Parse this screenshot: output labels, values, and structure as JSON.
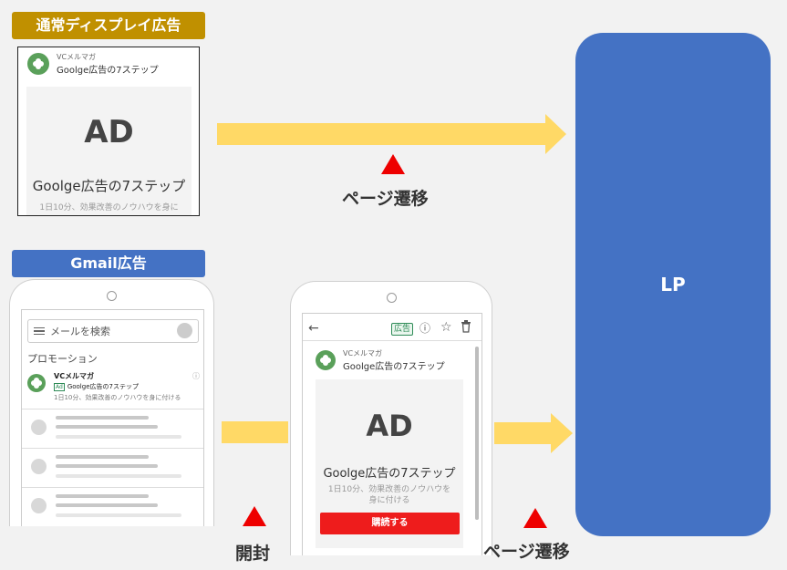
{
  "display_ad": {
    "tag": "通常ディスプレイ広告",
    "sender": "VCメルマガ",
    "subject": "Goolge広告の7ステップ",
    "ad_text": "AD",
    "ad_title": "Goolge広告の7ステップ",
    "ad_desc": "1日10分、効果改善のノウハウを身に"
  },
  "gmail_ad": {
    "tag": "Gmail広告",
    "search_placeholder": "メールを検索",
    "category": "プロモーション",
    "sender": "VCメルマガ",
    "ad_badge": "Ad",
    "subject": "Goolge広告の7ステップ",
    "snippet": "1日10分、効果改善のノウハウを身に付ける"
  },
  "opened_mail": {
    "ad_badge": "広告",
    "sender": "VCメルマガ",
    "subject": "Goolge広告の7ステップ",
    "ad_text": "AD",
    "ad_title": "Goolge広告の7ステップ",
    "ad_desc": "1日10分、効果改善のノウハウを身に付ける",
    "cta": "購読する"
  },
  "captions": {
    "transition_top": "ページ遷移",
    "open": "開封",
    "transition_bottom": "ページ遷移"
  },
  "lp": {
    "label": "LP"
  },
  "colors": {
    "arrow": "#ffd966",
    "marker": "#ee0000",
    "lp": "#4472c4",
    "tag_gold": "#c09000",
    "tag_blue": "#4472c4"
  }
}
